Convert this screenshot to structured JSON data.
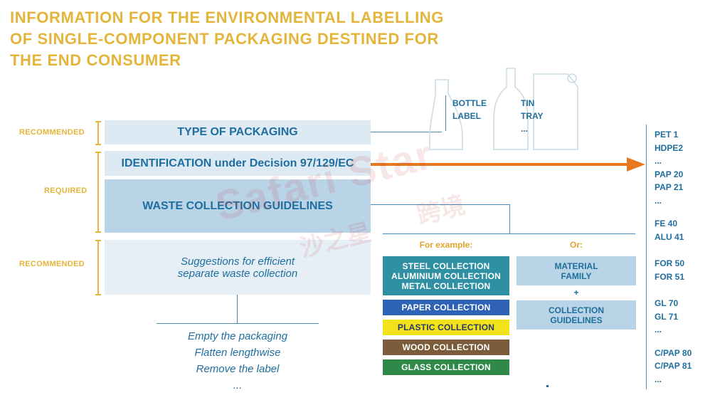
{
  "title_lines": [
    "INFORMATION FOR THE ENVIRONMENTAL LABELLING",
    "OF SINGLE-COMPONENT PACKAGING DESTINED FOR",
    "THE END CONSUMER"
  ],
  "side_labels": {
    "recommended_top": "RECOMMENDED",
    "required": "REQUIRED",
    "recommended_bottom": "RECOMMENDED"
  },
  "bands": {
    "type_of_packaging": "TYPE OF PACKAGING",
    "identification": "IDENTIFICATION under Decision 97/129/EC",
    "waste_guidelines": "WASTE COLLECTION GUIDELINES",
    "suggestions_line1": "Suggestions for efficient",
    "suggestions_line2": "separate waste collection"
  },
  "packaging_examples": {
    "col1": [
      "BOTTLE",
      "LABEL"
    ],
    "col2": [
      "TIN",
      "TRAY",
      "..."
    ]
  },
  "instructions": [
    "Empty the packaging",
    "Flatten lengthwise",
    "Remove the label",
    "..."
  ],
  "for_example_label": "For example:",
  "or_label": "Or:",
  "collections": {
    "metal": [
      "STEEL COLLECTION",
      "ALUMINIUM COLLECTION",
      "METAL COLLECTION"
    ],
    "paper": "PAPER COLLECTION",
    "plastic": "PLASTIC COLLECTION",
    "wood": "WOOD COLLECTION",
    "glass": "GLASS COLLECTION"
  },
  "material_family": [
    "MATERIAL",
    "FAMILY"
  ],
  "plus": "+",
  "collection_guidelines": [
    "COLLECTION",
    "GUIDELINES"
  ],
  "codes": [
    "PET 1",
    "HDPE2",
    "...",
    "PAP 20",
    "PAP 21",
    "...",
    "FE 40",
    "ALU 41",
    "FOR 50",
    "FOR 51",
    "GL 70",
    "GL 71",
    "...",
    "C/PAP 80",
    "C/PAP 81",
    "..."
  ],
  "watermark": {
    "latin": "Safari Star",
    "cn1": "沙之星",
    "cn2": "跨境"
  },
  "colors": {
    "title_gold": "#e3b53a",
    "text_blue": "#1e6f9e",
    "band_light": "#dde9f3",
    "band_mid": "#b9d3e7",
    "metal_teal": "#2f8fa3",
    "paper_blue": "#2e62b4",
    "plastic_yellow": "#f2e21a",
    "wood_brown": "#7a5b3a",
    "glass_green": "#2f8a4a",
    "arrow_orange": "#e8781e"
  }
}
